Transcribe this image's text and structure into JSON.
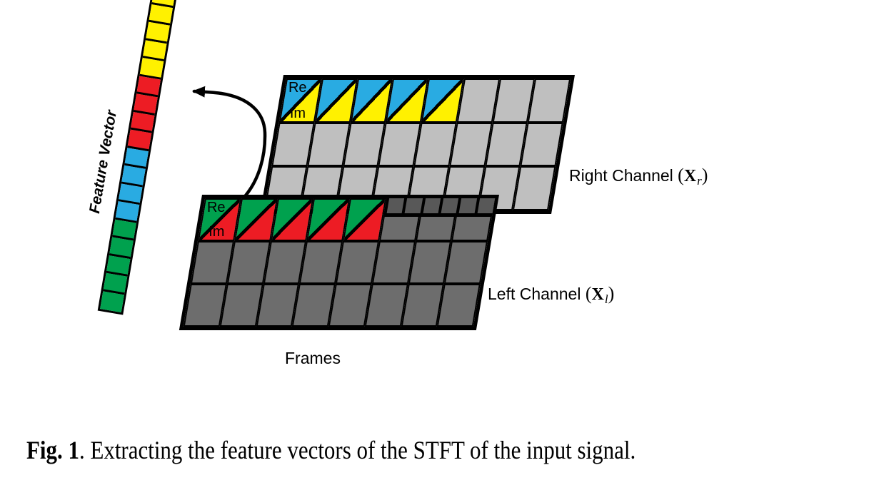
{
  "figure": {
    "caption_label": "Fig. 1",
    "caption_text": ". Extracting the feature vectors of the STFT of the input signal."
  },
  "diagram": {
    "feature_vector": {
      "label": "Feature Vector",
      "segments": [
        {
          "name": "yellow",
          "hex": "#FFF100",
          "cells": 5
        },
        {
          "name": "red",
          "hex": "#ED1C24",
          "cells": 4
        },
        {
          "name": "blue",
          "hex": "#29ABE2",
          "cells": 4
        },
        {
          "name": "green",
          "hex": "#00A14E",
          "cells": 5
        }
      ]
    },
    "right_channel": {
      "label_text": "Right Channel ",
      "paren_open": "(",
      "matrix_symbol": "X",
      "matrix_subscript": "r",
      "paren_close": ")",
      "re_label": "Re",
      "im_label": "Im",
      "rows": 3,
      "cols": 8,
      "highlighted_frames": 5,
      "cell_color": "#BFBFBF",
      "re_color": "#29ABE2",
      "im_color": "#FFF100"
    },
    "left_channel": {
      "label_text": "Left Channel ",
      "paren_open": "(",
      "matrix_symbol": "X",
      "matrix_subscript": "l",
      "paren_close": ")",
      "re_label": "Re",
      "im_label": "Im",
      "rows": 3,
      "cols": 8,
      "highlighted_frames": 5,
      "cell_color": "#6D6D6D",
      "re_color": "#00A14E",
      "im_color": "#ED1C24",
      "overlap_band_cells": 6
    },
    "frames_label": "Frames"
  }
}
